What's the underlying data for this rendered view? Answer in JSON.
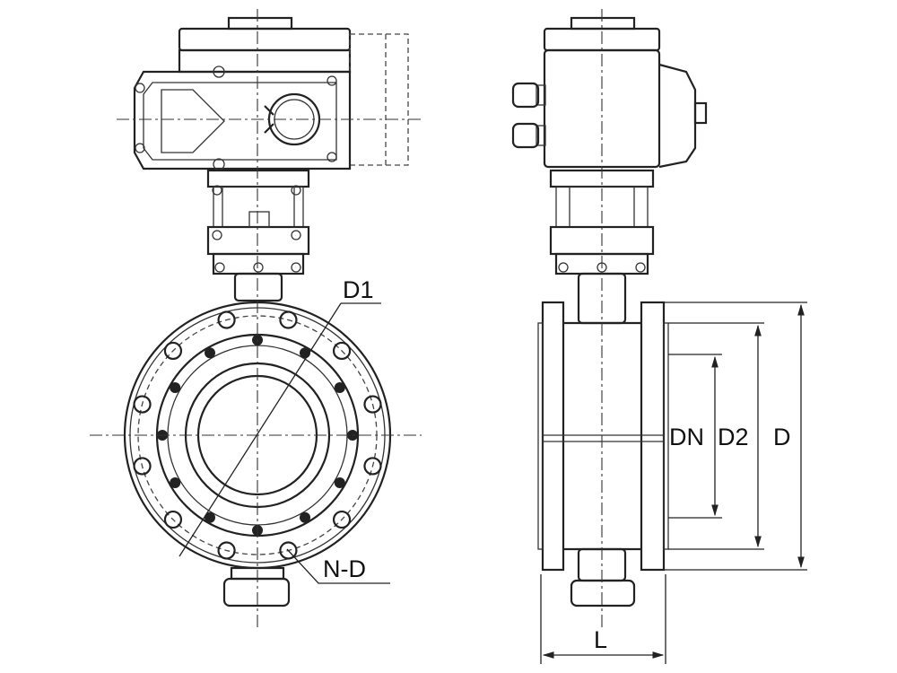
{
  "labels": {
    "d1": "D1",
    "nd": "N-D",
    "dn": "DN",
    "d2": "D2",
    "d": "D",
    "l": "L"
  },
  "colors": {
    "line": "#222222",
    "background": "#ffffff"
  }
}
